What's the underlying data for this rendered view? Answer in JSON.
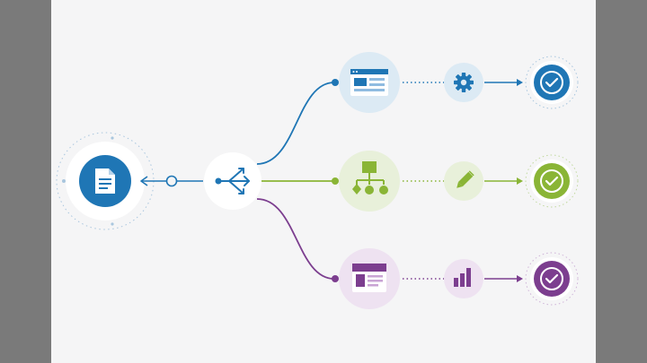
{
  "colors": {
    "blue": "#1f76b5",
    "green": "#8ab536",
    "purple": "#7c3e8f",
    "blue_light": "#dceaf4",
    "green_light": "#e8f0da",
    "purple_light": "#eee2f1",
    "background": "#f5f5f6",
    "backdrop": "#7a7a7a"
  },
  "diagram": {
    "source_icon": "document-icon",
    "router_icon": "split-arrows-icon",
    "branches": [
      {
        "id": "blue",
        "stage_icon": "browser-window-icon",
        "action_icon": "gear-icon",
        "result_icon": "checkmark-icon"
      },
      {
        "id": "green",
        "stage_icon": "hierarchy-icon",
        "action_icon": "pencil-icon",
        "result_icon": "checkmark-icon"
      },
      {
        "id": "purple",
        "stage_icon": "layout-card-icon",
        "action_icon": "bar-chart-icon",
        "result_icon": "checkmark-icon"
      }
    ]
  }
}
